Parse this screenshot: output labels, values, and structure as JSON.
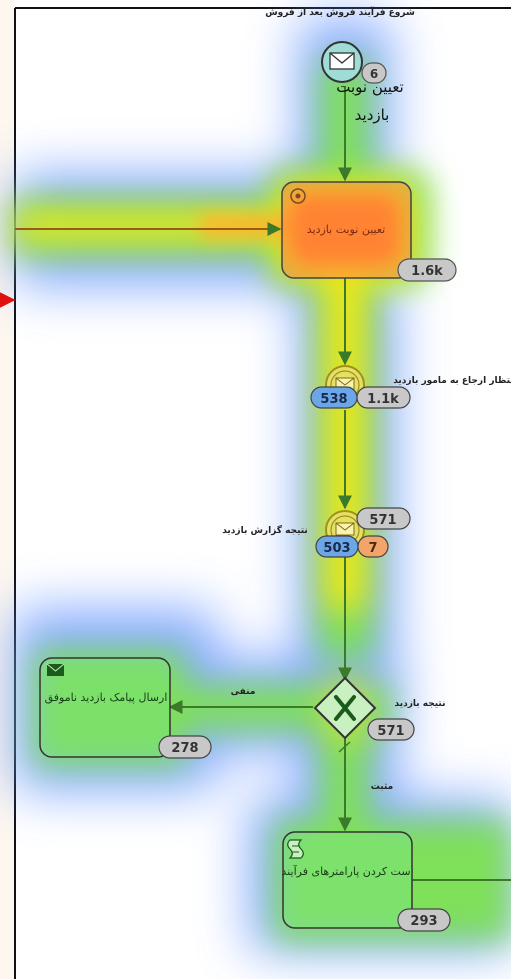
{
  "start_event": {
    "top_label": "شروع فرآیند فروش بعد از فروش",
    "name_line1": "تعیین نوبت",
    "name_line2": "بازدید",
    "count": "6"
  },
  "task_schedule": {
    "label": "تعیین نوبت بازدید",
    "count": "1.6k"
  },
  "event_wait_dispatch": {
    "label": "انتظار ارجاع به مامور بازدید",
    "count_blue": "538",
    "count_gray": "1.1k"
  },
  "event_visit_result": {
    "label": "نتیجه گزارش بازدید",
    "count_top": "571",
    "count_blue": "503",
    "count_orange": "7"
  },
  "gateway": {
    "label": "نتیجه بازدید",
    "count": "571",
    "flow_negative": "منفی",
    "flow_positive": "مثبت"
  },
  "task_send_message": {
    "label": "ارسال پیامک بازدید ناموفق",
    "count": "278"
  },
  "task_set_params": {
    "label": "ست کردن پارامترهای فرآیند",
    "count": "293"
  },
  "colors": {
    "heat_hot": "#ff5a1a",
    "heat_warm": "#f2e61a",
    "heat_mid": "#7fe05a",
    "heat_cool": "#5a8cff",
    "task_fill": "#7be37b",
    "badge_gray": "#c8c8c8",
    "badge_blue": "#6aa6e8",
    "badge_orange": "#f2a56a",
    "flow": "#3a7a2a"
  }
}
